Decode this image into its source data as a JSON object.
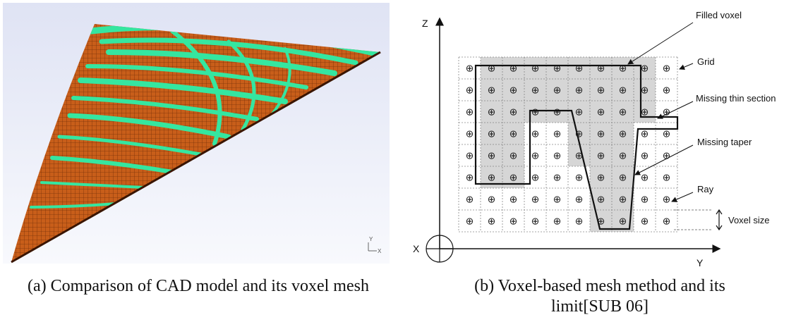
{
  "figure": {
    "panel_a": {
      "caption": "(a) Comparison of CAD model and its voxel mesh",
      "axis_triad": {
        "y": "Y",
        "x": "X"
      },
      "colors": {
        "background_top": "#dfe3f4",
        "background_bottom": "#f7f8fd",
        "voxel_fill": "#c85e1a",
        "cad_bands": "#35e6a0"
      }
    },
    "panel_b": {
      "caption_line1": "(b) Voxel-based mesh method and its",
      "caption_line2": "limit[SUB 06]",
      "axes": {
        "z": "Z",
        "y": "Y",
        "x": "X"
      },
      "labels": {
        "filled_voxel": "Filled voxel",
        "grid": "Grid",
        "missing_thin_section": "Missing thin section",
        "missing_taper": "Missing taper",
        "ray": "Ray",
        "voxel_size": "Voxel size"
      },
      "grid": {
        "columns": 10,
        "rows": 8
      },
      "ray_symbol": "⊕",
      "colors": {
        "filled": "#d6d6d6",
        "grid_line": "#888888",
        "outline": "#111111"
      }
    }
  }
}
